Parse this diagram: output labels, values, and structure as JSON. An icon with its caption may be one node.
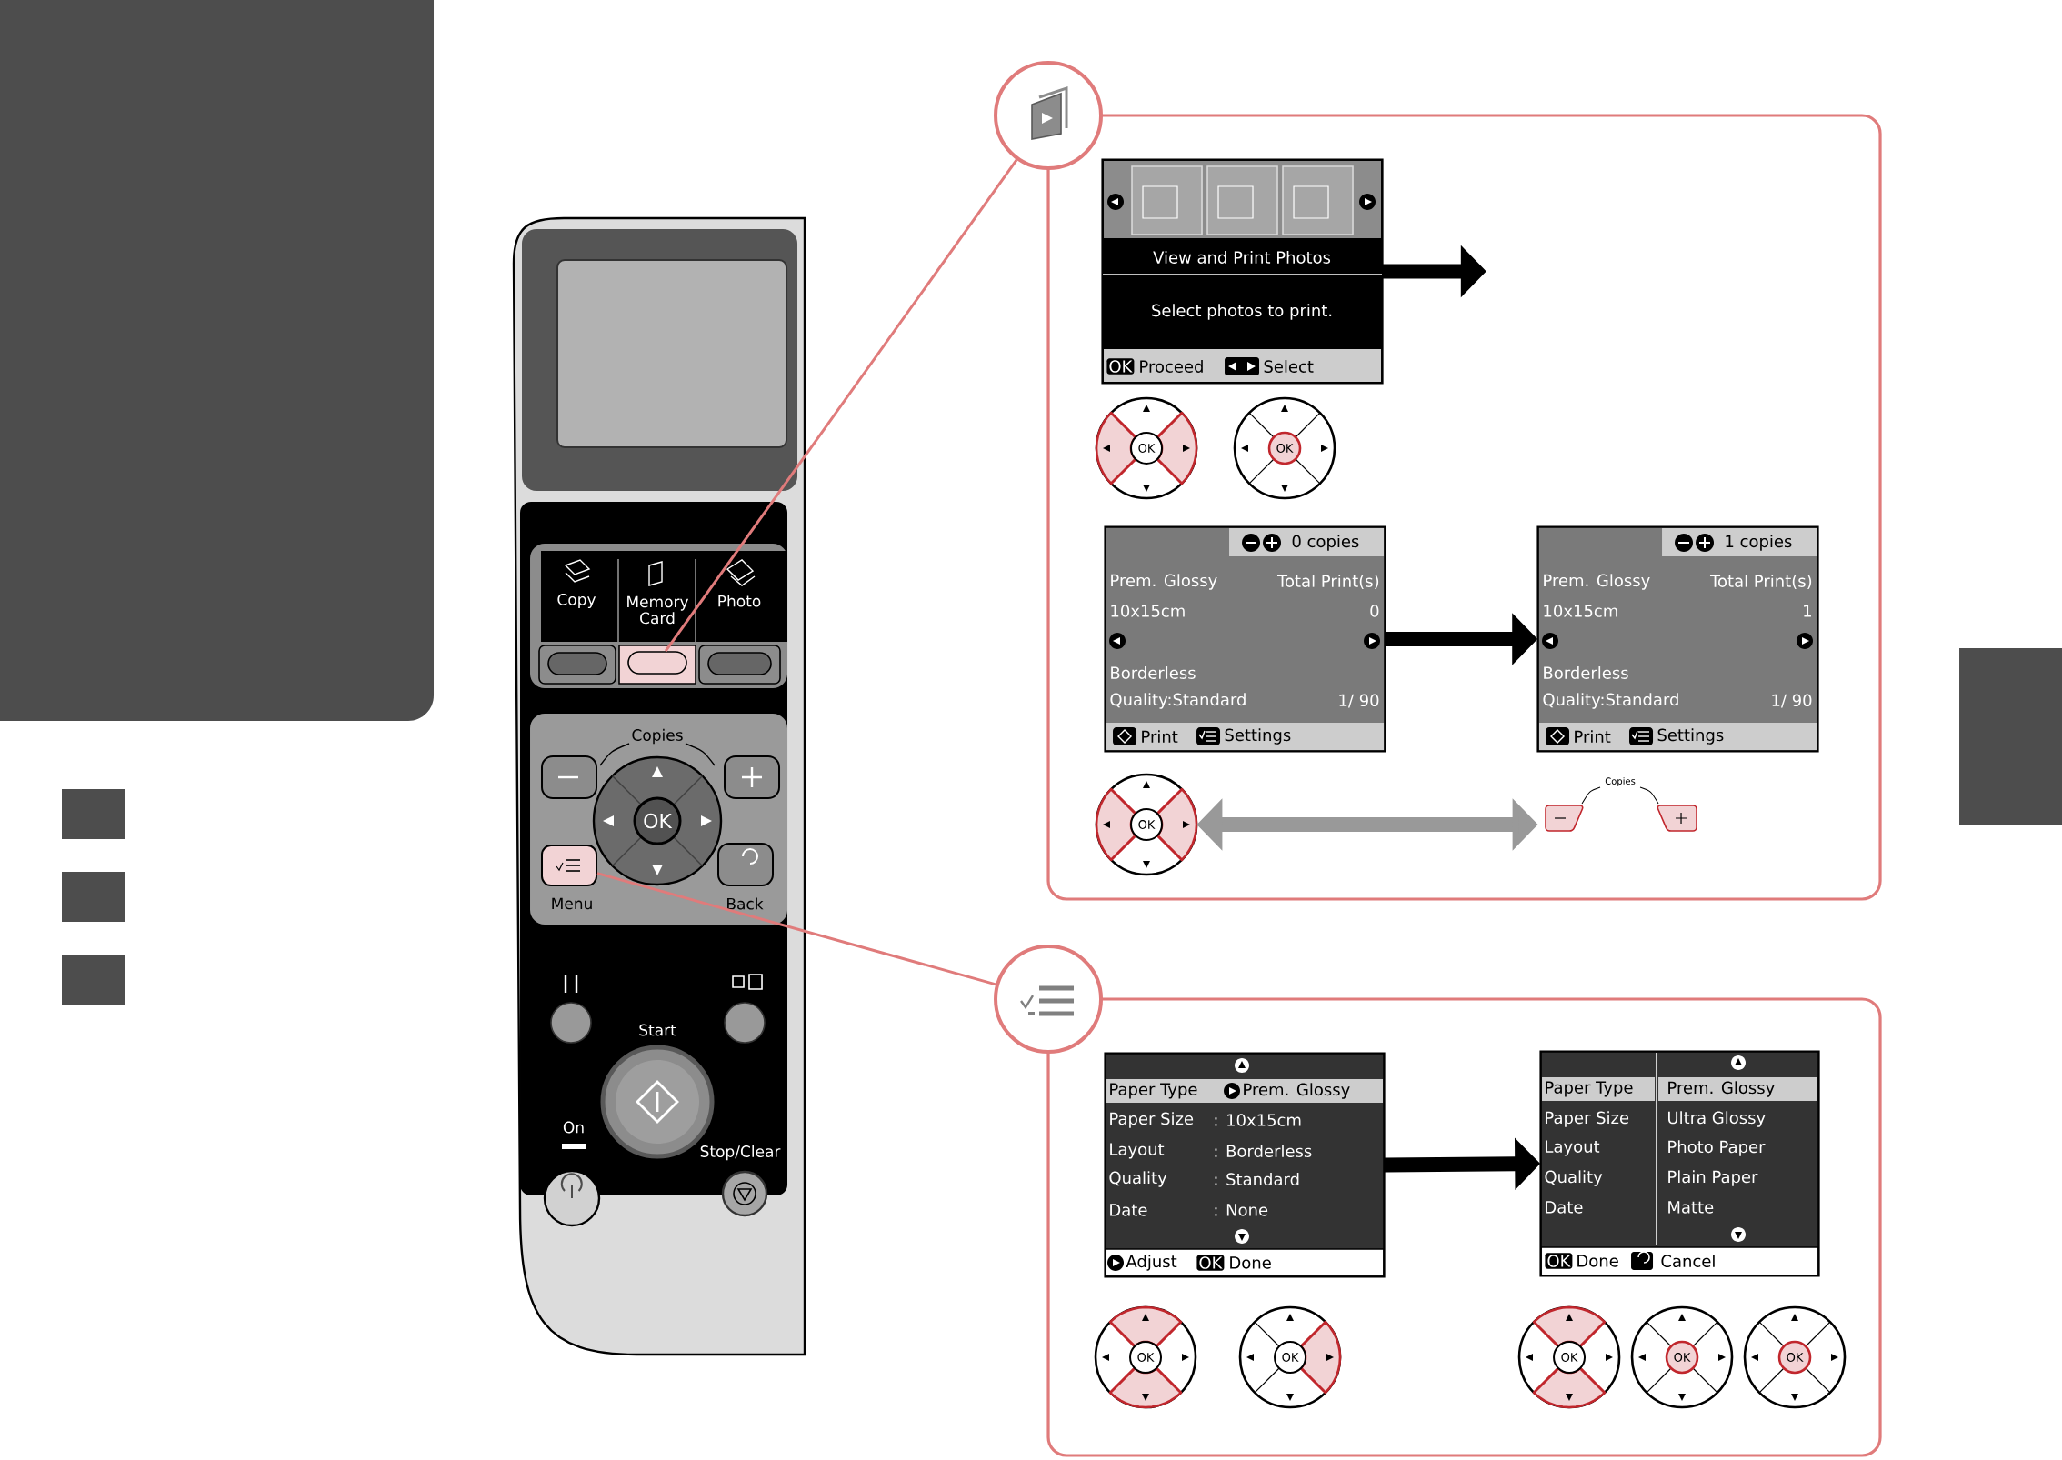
{
  "diagram": {
    "nodes": [
      {
        "text": [],
        "shape": "box"
      },
      {
        "text": [],
        "shape": "circle"
      },
      {
        "text": [
          "View and Print Photos",
          "Select photos to print.",
          "OK",
          "Proceed",
          "Select"
        ],
        "in": 0
      },
      {
        "text": [
          "OK"
        ],
        "in": 0
      },
      {
        "text": [
          "OK"
        ],
        "in": 0
      },
      {
        "text": [
          "0 copies",
          "Prem. Glossy",
          "Total Print(s)",
          "10x15cm",
          "0",
          "Borderless",
          "Quality:Standard",
          "1/ 90",
          "Print",
          "Settings"
        ],
        "in": 0
      },
      {
        "text": [
          "1 copies",
          "Prem. Glossy",
          "Total Print(s)",
          "10x15cm",
          "1",
          "Borderless",
          "Quality:Standard",
          "1/ 90",
          "Print",
          "Settings"
        ],
        "in": 0
      },
      {
        "text": [
          "OK"
        ],
        "in": 0
      },
      {
        "text": [
          "Copies"
        ],
        "in": 0
      },
      {
        "text": [],
        "shape": "box"
      },
      {
        "text": [],
        "shape": "circle"
      },
      {
        "text": [
          "Paper Type",
          "Prem. Glossy",
          "Paper Size",
          ": 10x15cm",
          "Layout",
          ": Borderless",
          "Quality",
          ": Standard",
          "Date",
          ": None",
          "Adjust",
          "OK",
          "Done"
        ],
        "in": 9
      },
      {
        "text": [
          "Paper Type",
          "Paper Size",
          "Layout",
          "Quality",
          "Date",
          "Prem. Glossy",
          "Ultra Glossy",
          "Photo Paper",
          "Plain Paper",
          "Matte",
          "OK",
          "Done",
          "Cancel"
        ],
        "in": 9
      },
      {
        "text": [
          "OK"
        ],
        "in": 9
      },
      {
        "text": [
          "OK"
        ],
        "in": 9
      },
      {
        "text": [
          "OK"
        ],
        "in": 9
      },
      {
        "text": [
          "OK"
        ],
        "in": 9
      },
      {
        "text": [
          "OK"
        ],
        "in": 9
      },
      {
        "text": [],
        "shape": "box",
        "beside": [
          "Memory Card"
        ]
      },
      {
        "text": [],
        "shape": "box",
        "beside": [
          "Menu"
        ]
      }
    ],
    "edges": [
      {
        "from": 18,
        "to": 1,
        "arrow": "none",
        "color": "#e07b7b"
      },
      {
        "from": 19,
        "to": 10,
        "arrow": "none",
        "color": "#e07b7b"
      },
      {
        "from": 2,
        "to": null,
        "arrow": "to"
      },
      {
        "from": 5,
        "to": 6,
        "arrow": "to"
      },
      {
        "from": 7,
        "to": 8,
        "arrow": "both",
        "color": "#999999"
      },
      {
        "from": 11,
        "to": 12,
        "arrow": "to"
      }
    ],
    "labels": [
      "Copy",
      "Photo",
      "Copies",
      "OK",
      "Back",
      "Start",
      "On",
      "Stop/Clear"
    ]
  }
}
